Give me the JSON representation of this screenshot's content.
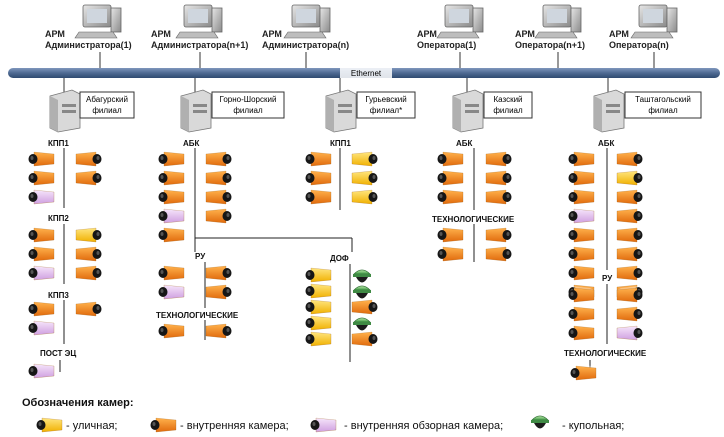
{
  "workstations": [
    {
      "line1": "АРМ",
      "line2": "Администратора(1)"
    },
    {
      "line1": "АРМ",
      "line2": "Администратора(n+1)"
    },
    {
      "line1": "АРМ",
      "line2": "Администратора(n)"
    },
    {
      "line1": "АРМ",
      "line2": "Оператора(1)"
    },
    {
      "line1": "АРМ",
      "line2": "Оператора(n+1)"
    },
    {
      "line1": "АРМ",
      "line2": "Оператора(n)"
    }
  ],
  "network": {
    "label": "Ethernet"
  },
  "branches": [
    {
      "name1": "Абагурский",
      "name2": "филиал",
      "groups": [
        {
          "label": "КПП1",
          "cameras": [
            "orange",
            "orange",
            "orange",
            "orange",
            "purple"
          ]
        },
        {
          "label": "КПП2",
          "cameras": [
            "orange",
            "yellow",
            "orange",
            "orange",
            "purple",
            "orange"
          ]
        },
        {
          "label": "КПП3",
          "cameras": [
            "orange",
            "orange",
            "purple"
          ]
        },
        {
          "label": "ПОСТ ЭЦ",
          "cameras": [
            "purple"
          ]
        }
      ]
    },
    {
      "name1": "Горно-Шорский",
      "name2": "филиал",
      "groups": [
        {
          "label": "АБК",
          "cameras": [
            "orange",
            "orange",
            "orange",
            "orange",
            "orange",
            "orange",
            "purple",
            "orange",
            "orange"
          ]
        },
        {
          "label": "РУ",
          "cameras": [
            "orange",
            "orange",
            "purple",
            "orange"
          ]
        },
        {
          "label": "ТЕХНОЛОГИЧЕСКИЕ",
          "cameras": [
            "orange",
            "orange"
          ]
        }
      ]
    },
    {
      "name1": "Гурьевский",
      "name2": "филиал*",
      "groups": [
        {
          "label": "КПП1",
          "cameras": [
            "orange",
            "yellow",
            "orange",
            "yellow",
            "orange",
            "yellow"
          ]
        },
        {
          "label": "ДОФ",
          "cameras": [
            "yellow",
            "dome",
            "yellow",
            "dome",
            "yellow",
            "orange",
            "yellow",
            "dome",
            "yellow",
            "orange"
          ]
        }
      ]
    },
    {
      "name1": "Казский",
      "name2": "филиал",
      "groups": [
        {
          "label": "АБК",
          "cameras": [
            "orange",
            "orange",
            "orange",
            "orange",
            "orange",
            "orange"
          ]
        },
        {
          "label": "ТЕХНОЛОГИЧЕСКИЕ",
          "cameras": [
            "orange",
            "orange",
            "orange",
            "orange"
          ]
        }
      ]
    },
    {
      "name1": "Таштагольский",
      "name2": "филиал",
      "groups": [
        {
          "label": "АБК",
          "cameras": [
            "orange",
            "orange",
            "orange",
            "yellow",
            "orange",
            "orange",
            "purple",
            "orange",
            "orange",
            "orange",
            "orange",
            "orange",
            "orange",
            "orange",
            "orange",
            "orange"
          ]
        },
        {
          "label": "РУ",
          "cameras": [
            "orange",
            "orange",
            "orange",
            "orange",
            "orange",
            "purple"
          ]
        },
        {
          "label": "ТЕХНОЛОГИЧЕСКИЕ",
          "cameras": [
            "orange"
          ]
        }
      ]
    }
  ],
  "legend": {
    "title": "Обозначения камер:",
    "items": [
      {
        "kind": "yellow",
        "text": "- уличная;"
      },
      {
        "kind": "orange",
        "text": "- внутренняя камера;"
      },
      {
        "kind": "purple",
        "text": "- внутренняя обзорная камера;"
      },
      {
        "kind": "dome",
        "text": "- купольная;"
      }
    ]
  },
  "colors": {
    "ethernet": "#4e6a92",
    "orange": "#f07f19",
    "yellow": "#f6c21e",
    "purple": "#dcb7e8",
    "dome": "#5fb05f",
    "line": "#222222"
  }
}
